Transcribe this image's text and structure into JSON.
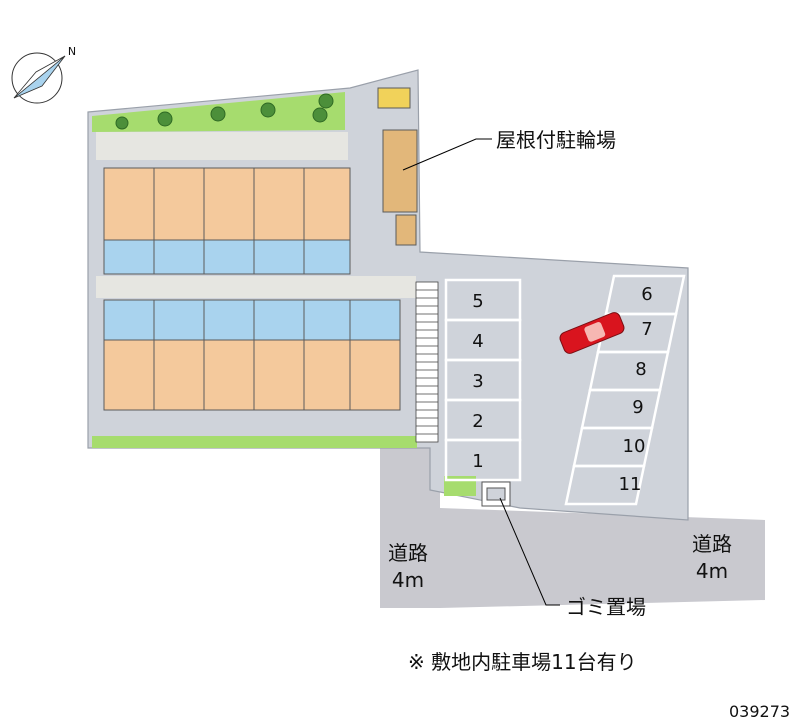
{
  "compass": {
    "label": "N",
    "icon": "north-arrow-icon"
  },
  "labels": {
    "bicycle_parking": "屋根付駐輪場",
    "garbage": "ゴミ置場",
    "note": "※ 敷地内駐車場11台有り",
    "code": "039273"
  },
  "roads": [
    {
      "name": "道路",
      "width": "4m"
    },
    {
      "name": "道路",
      "width": "4m"
    }
  ],
  "parking_left": [
    "5",
    "4",
    "3",
    "2",
    "1"
  ],
  "parking_right": [
    "6",
    "7",
    "8",
    "9",
    "10",
    "11"
  ],
  "colors": {
    "ground": "#cfd3da",
    "road": "#c9c9cf",
    "green": "#a6dc6e",
    "tree": "#4c8f3a",
    "unit_warm": "#f4c99c",
    "unit_wet": "#a9d3ee",
    "bike": "#e2b77a",
    "bike_top": "#f1d25a",
    "car": "#d9141e"
  }
}
